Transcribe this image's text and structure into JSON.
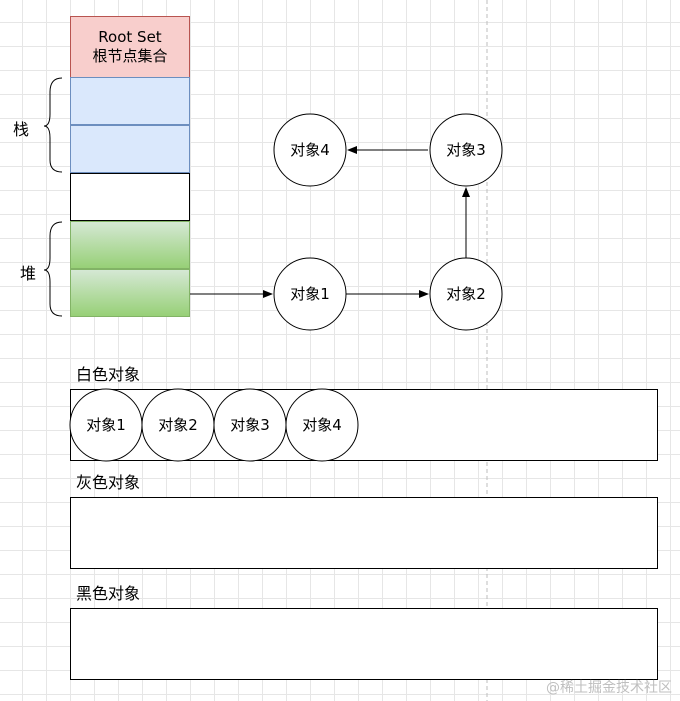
{
  "root_set": {
    "line1": "Root Set",
    "line2": "根节点集合"
  },
  "labels": {
    "stack": "栈",
    "heap": "堆"
  },
  "nodes": {
    "obj1": "对象1",
    "obj2": "对象2",
    "obj3": "对象3",
    "obj4": "对象4"
  },
  "sections": {
    "white": {
      "title": "白色对象",
      "items": [
        "对象1",
        "对象2",
        "对象3",
        "对象4"
      ]
    },
    "gray": {
      "title": "灰色对象",
      "items": []
    },
    "black": {
      "title": "黑色对象",
      "items": []
    }
  },
  "watermark": "@稀土掘金技术社区",
  "colors": {
    "root_fill": "#f8cecc",
    "stack_fill": "#dae8fc",
    "heap_fill_top": "#d5e8d4",
    "heap_fill_bottom": "#97d077"
  }
}
